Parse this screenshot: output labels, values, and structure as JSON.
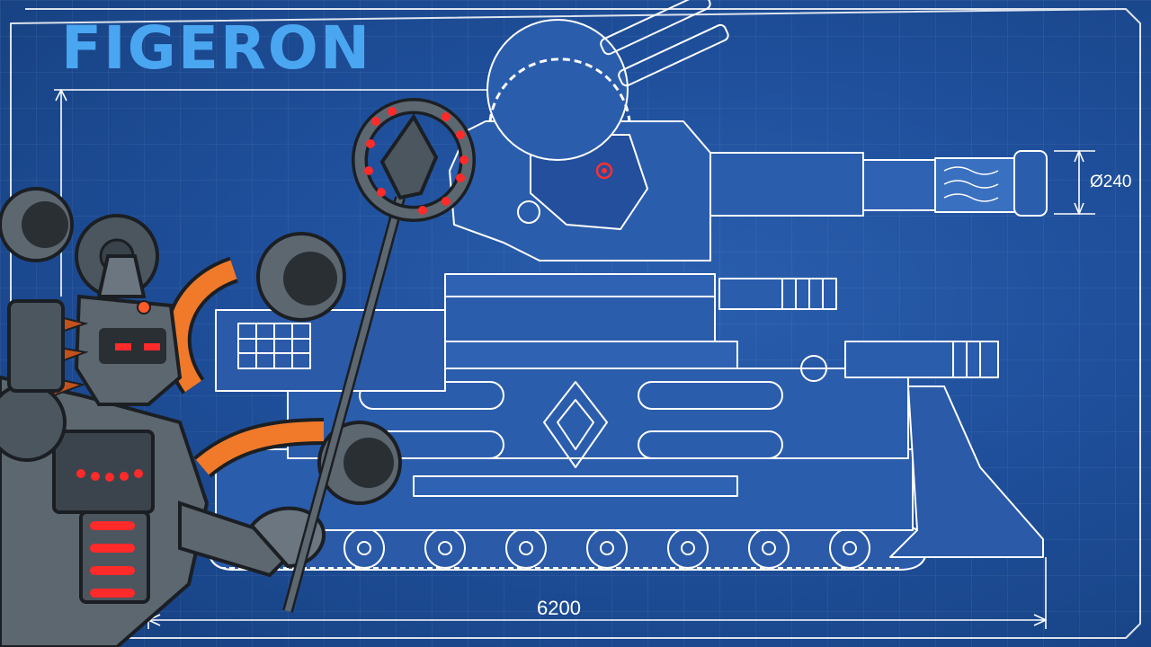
{
  "title": "FIGERON",
  "dimensions": {
    "caliber": "Ø240",
    "length": "6200"
  },
  "colors": {
    "background": "#1f4f9b",
    "title": "#4aa6f0",
    "lines": "#ffffff",
    "robot_body": "#5d6770",
    "hoses": "#f07a2a",
    "eyes_lights": "#ff2a2a"
  }
}
